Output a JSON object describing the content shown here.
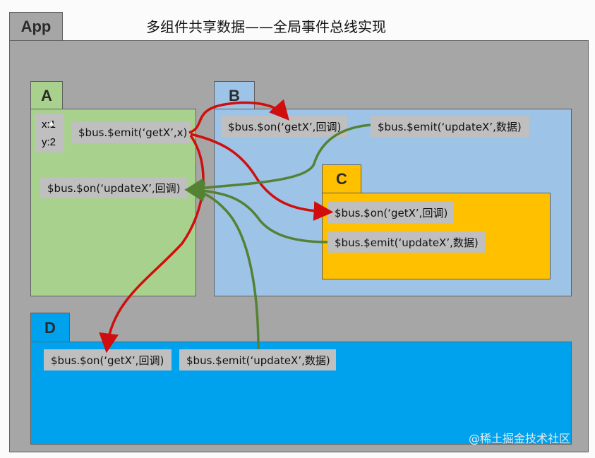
{
  "title": "多组件共享数据——全局事件总线实现",
  "app_label": "App",
  "components": {
    "a": {
      "label": "A",
      "state_x": "x:1",
      "state_y": "y:2",
      "emit": "$bus.$emit(‘getX’,x)",
      "on": "$bus.$on(‘updateX’,回调)"
    },
    "b": {
      "label": "B",
      "on": "$bus.$on(‘getX’,回调)",
      "emit": "$bus.$emit(‘updateX’,数据)"
    },
    "c": {
      "label": "C",
      "on": "$bus.$on(‘getX’,回调)",
      "emit": "$bus.$emit(‘updateX’,数据)"
    },
    "d": {
      "label": "D",
      "on": "$bus.$on(‘getX’,回调)",
      "emit": "$bus.$emit(‘updateX’,数据)"
    }
  },
  "watermark": "@稀土掘金技术社区",
  "colors": {
    "app": "#a6a6a6",
    "a": "#a9d18e",
    "b": "#9dc3e6",
    "c": "#ffc000",
    "d": "#00a2ed",
    "label": "#bfbfbf",
    "red_arrow": "#d00e0e",
    "green_arrow": "#548235"
  }
}
